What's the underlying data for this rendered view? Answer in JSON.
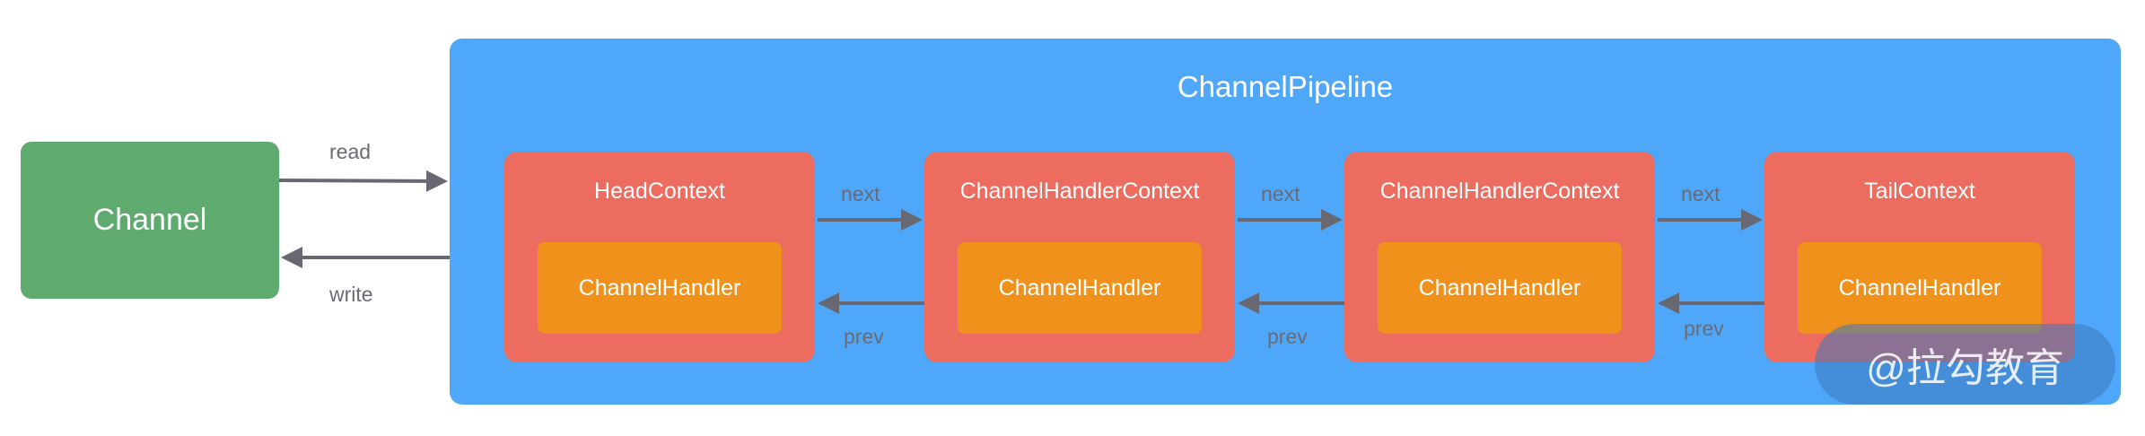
{
  "channel": {
    "label": "Channel"
  },
  "pipeline": {
    "title": "ChannelPipeline"
  },
  "contexts": [
    {
      "title": "HeadContext",
      "handler": "ChannelHandler"
    },
    {
      "title": "ChannelHandlerContext",
      "handler": "ChannelHandler"
    },
    {
      "title": "ChannelHandlerContext",
      "handler": "ChannelHandler"
    },
    {
      "title": "TailContext",
      "handler": "ChannelHandler"
    }
  ],
  "edges": {
    "read": "read",
    "write": "write",
    "next": "next",
    "prev": "prev"
  },
  "colors": {
    "channel": "#5faa6e",
    "pipeline": "#4fa7f9",
    "context": "#ec6c60",
    "handler": "#f0911b",
    "arrow": "#686872"
  },
  "watermark": "@拉勾教育"
}
